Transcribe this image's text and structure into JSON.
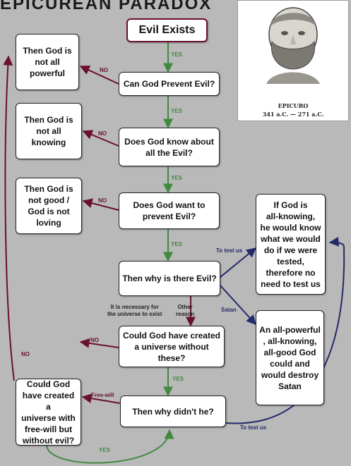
{
  "title": "EPICUREAN PARADOX",
  "portrait": {
    "name": "EPICURO",
    "dates": "341 a.C. — 271 a.C."
  },
  "nodes": {
    "start": "Evil Exists",
    "q_prevent": "Can God Prevent Evil?",
    "q_know": "Does God know about\nall the Evil?",
    "q_want": "Does God want to\nprevent Evil?",
    "q_why": "Then why is there Evil?",
    "q_could": "Could God have created\na universe without\nthese?",
    "q_whynot": "Then why didn't he?",
    "c_powerful": "Then God is\nnot all\npowerful",
    "c_knowing": "Then God is\nnot all\nknowing",
    "c_good": "Then God is\nnot good /\nGod is not\nloving",
    "c_freewill": "Could God\nhave created a\nuniverse with\nfree-will but\nwithout evil?",
    "r_test": "If God is\nall-knowing,\nhe would know\nwhat we would\ndo if we were\ntested,\ntherefore no\nneed to test us",
    "r_satan": "An all-powerful\n, all-knowing,\nall-good God\ncould and\nwould destroy\nSatan"
  },
  "labels": {
    "yes": "YES",
    "no": "NO",
    "to_test_us": "To test us",
    "satan": "Satan",
    "necessary": "It is necessary for\nthe universe to exist",
    "other": "Other\nreason",
    "free_will": "Free-will"
  },
  "colors": {
    "yes": "#3f8a3f",
    "no": "#6a1030",
    "blue": "#232a6a",
    "background": "#b9b9b9"
  }
}
